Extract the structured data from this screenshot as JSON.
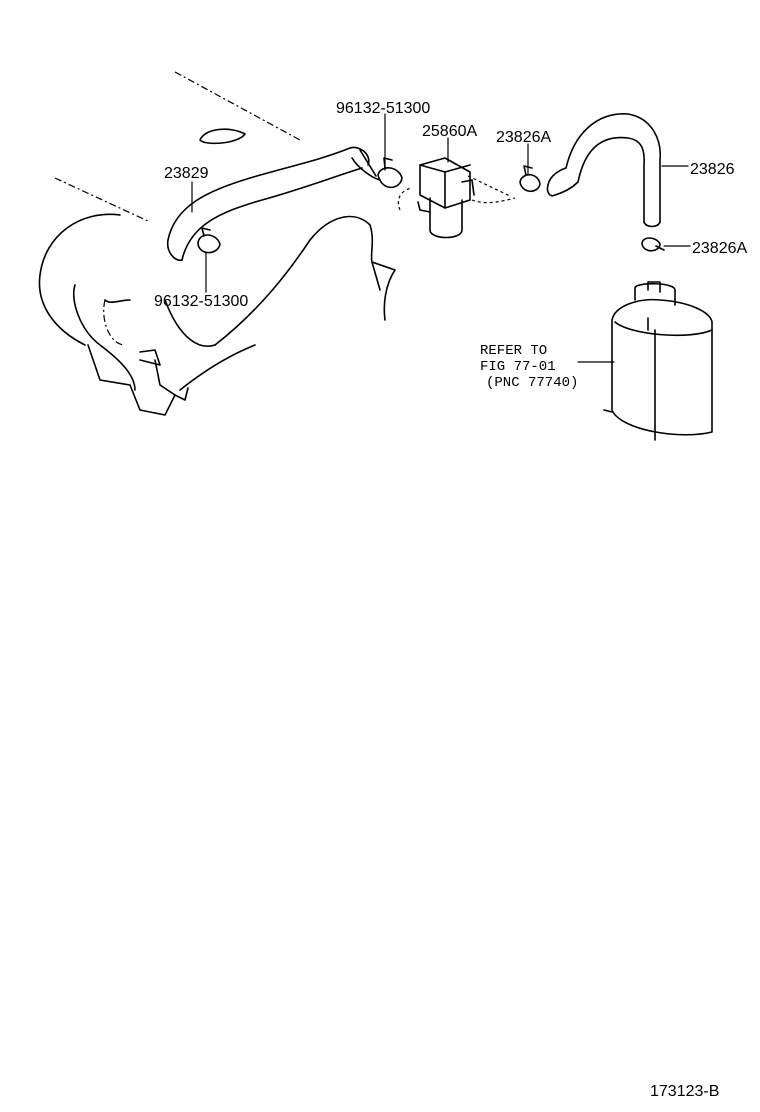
{
  "parts": {
    "hose_23829": "23829",
    "clamp_upper": "96132-51300",
    "clamp_lower": "96132-51300",
    "vsv_25860A": "25860A",
    "clamp_23826A_top": "23826A",
    "hose_23826": "23826",
    "clamp_23826A_right": "23826A"
  },
  "refer_note": {
    "line1": "REFER TO",
    "line2": "FIG 77-01",
    "line3": "(PNC 77740)"
  },
  "figure_code": "173123-B"
}
